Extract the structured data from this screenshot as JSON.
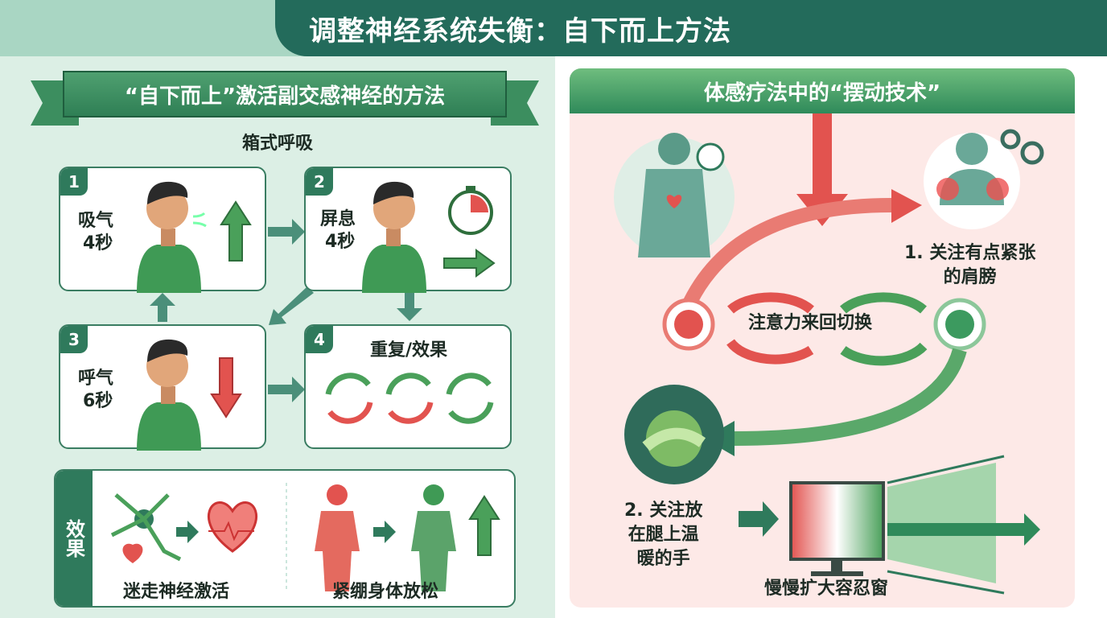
{
  "header": {
    "title": "调整神经系统失衡：自下而上方法"
  },
  "left": {
    "banner": "“自下而上”激活副交感神经的方法",
    "subtitle": "箱式呼吸",
    "steps": [
      {
        "num": "1",
        "label": "吸气",
        "sub": "4秒"
      },
      {
        "num": "2",
        "label": "屏息",
        "sub": "4秒"
      },
      {
        "num": "3",
        "label": "呼气",
        "sub": "6秒"
      },
      {
        "num": "4",
        "label": "重复/效果"
      }
    ],
    "effects": {
      "heading": "效果",
      "items": [
        "迷走神经激活",
        "紧绷身体放松"
      ]
    }
  },
  "right": {
    "header": "体感疗法中的“摆动技术”",
    "point1": [
      "1. 关注有点紧张",
      "的肩膀"
    ],
    "switch": "注意力来回切换",
    "point2": [
      "2. 关注放",
      "在腿上温",
      "暖的手"
    ],
    "window": "慢慢扩大容忍窗"
  },
  "colors": {
    "dark_teal": "#236b5b",
    "green": "#3c9a5f",
    "red": "#e2534f",
    "pink_bg": "#fde9e7"
  }
}
